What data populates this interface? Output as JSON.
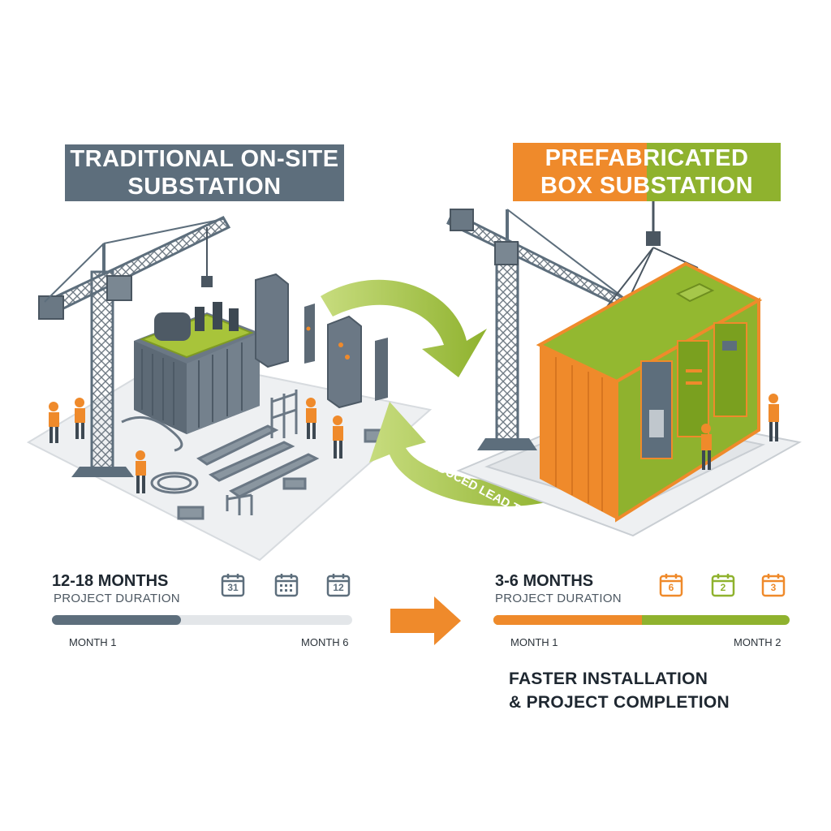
{
  "traditional": {
    "title_line1": "TRADITIONAL ON-SITE",
    "title_line2": "SUBSTATION",
    "duration": "12-18 MONTHS",
    "duration_label": "PROJECT DURATION",
    "calendar_labels": [
      "31",
      "",
      "12"
    ],
    "progress": 0.43,
    "start_label": "MONTH 1",
    "end_label": "MONTH 6"
  },
  "prefab": {
    "title_line1": "PREFABRICATED",
    "title_line2": "BOX SUBSTATION",
    "duration": "3-6 MONTHS",
    "duration_label": "PROJECT DURATION",
    "calendar_labels": [
      "6",
      "2",
      "3"
    ],
    "progress": 0.5,
    "start_label": "MONTH 1",
    "end_label": "MONTH 2",
    "benefit_line1": "FASTER INSTALLATION",
    "benefit_line2": "& PROJECT COMPLETION"
  },
  "arrow_label": "REDUCED LEAD TIME",
  "colors": {
    "slate": "#5d6e7c",
    "orange": "#ef8a2b",
    "green": "#8fb22e",
    "bar_track": "#e3e6e9"
  }
}
